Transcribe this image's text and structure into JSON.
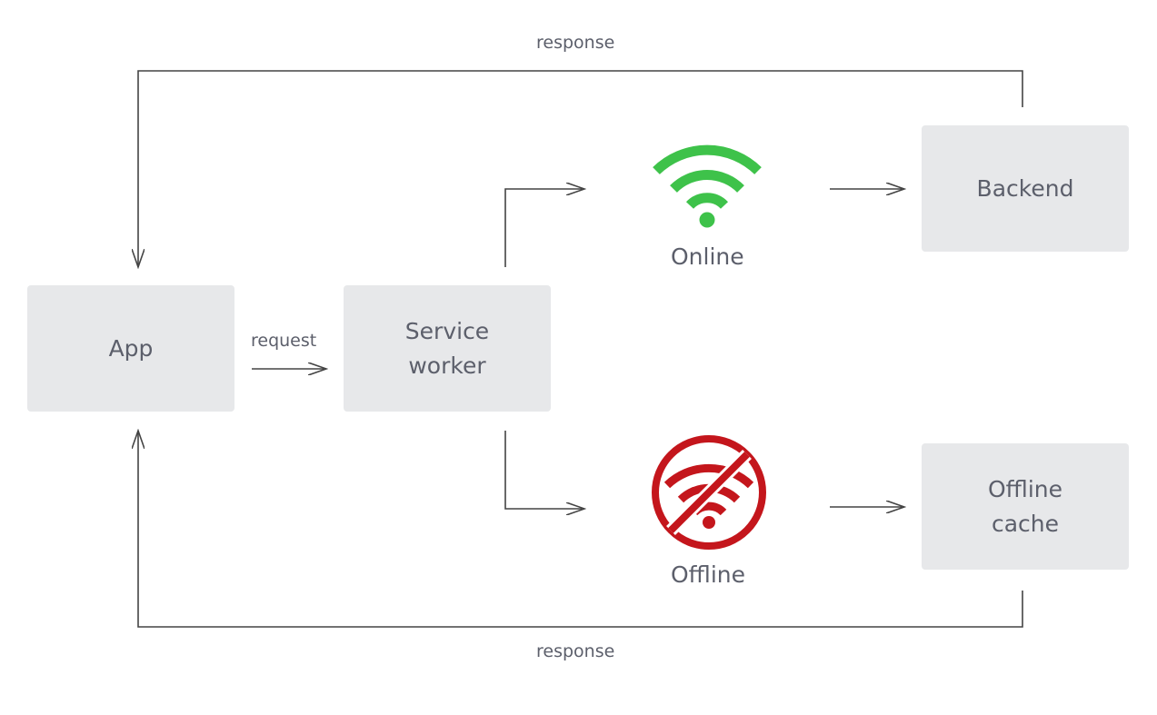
{
  "nodes": {
    "app": {
      "label": "App"
    },
    "service_worker": {
      "label_line1": "Service",
      "label_line2": "worker"
    },
    "backend": {
      "label": "Backend"
    },
    "offline_cache": {
      "label_line1": "Offline",
      "label_line2": "cache"
    }
  },
  "edges": {
    "request": "request",
    "response_top": "response",
    "response_bottom": "response"
  },
  "status": {
    "online": {
      "label": "Online",
      "icon": "wifi-icon",
      "color": "#3ec24a"
    },
    "offline": {
      "label": "Offline",
      "icon": "wifi-off-icon",
      "color": "#c4161c"
    }
  },
  "colors": {
    "box_fill": "#e7e8ea",
    "text": "#5c5f6b",
    "line": "#444444"
  }
}
